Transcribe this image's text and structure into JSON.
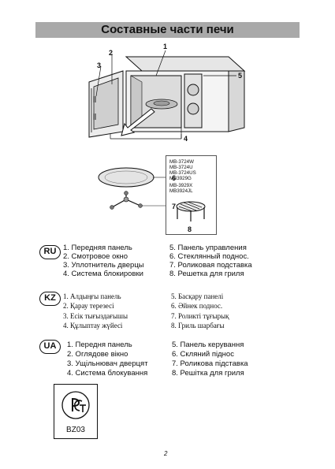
{
  "title": "Составные части печи",
  "callouts": {
    "c1": "1",
    "c2": "2",
    "c3": "3",
    "c4": "4",
    "c5": "5",
    "c6": "6",
    "c7": "7",
    "c8": "8"
  },
  "models": [
    "MB-3724W",
    "MB-3724U",
    "MB-3724US",
    "MB3929G",
    "MB-3929X",
    "MB3924JL"
  ],
  "sections": [
    {
      "lang": "RU",
      "left": [
        "1. Передняя панель",
        "2. Смотровое окно",
        "3. Уплотнитель дверцы",
        "4. Система блокировки"
      ],
      "right": [
        "5. Панель управления",
        "6. Стеклянный поднос.",
        "7. Роликовая подставка",
        "8. Решетка для гриля"
      ]
    },
    {
      "lang": "KZ",
      "left": [
        "1. Алдыңғы панель",
        "2. Қарау терезесі",
        "3. Есік тығыздағышы",
        "4. Құлыптау жүйесі"
      ],
      "right": [
        "5. Басқару панелі",
        "6. Әйнек поднос.",
        "7. Роликті тұғырық",
        "8. Гриль шарбағы"
      ]
    },
    {
      "lang": "UA",
      "left": [
        "1. Передня панель",
        "2. Оглядове вікно",
        "3. Ущільнювач дверцят",
        "4. Система блокування"
      ],
      "right": [
        "5. Панель керування",
        "6. Скляний піднос",
        "7. Роликова підставка",
        "8. Решітка для гриля"
      ]
    }
  ],
  "cert": {
    "code": "BZ03"
  },
  "page_number": "2"
}
